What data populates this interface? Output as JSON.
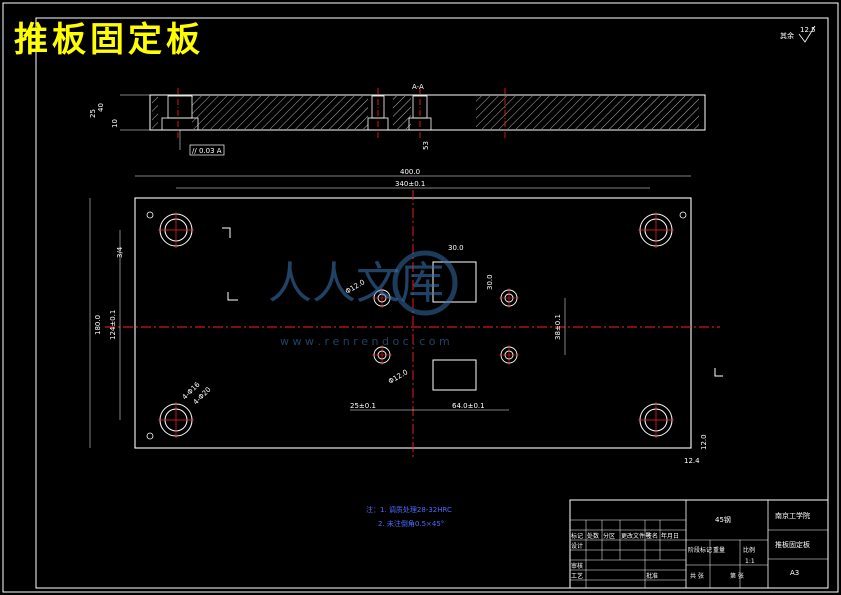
{
  "title": "推板固定板",
  "roughness_note": "其余",
  "roughness_value": "12.5",
  "section": {
    "label": "A-A",
    "dims": {
      "left_a": "25",
      "left_b": "40",
      "left_c": "10",
      "bottom": "53"
    },
    "tolerance": "// 0.03 A"
  },
  "plan": {
    "overall_width": "400.0",
    "hole_span": "340±0.1",
    "overall_height": "180.0",
    "vert_hole_span": "124±0.1",
    "square_w": "30.0",
    "square_h": "30.0",
    "right_vert": "38±0.1",
    "left_pitch": "25±0.1",
    "center_pitch": "64.0±0.1",
    "small_hole_a": "Φ12.0",
    "small_hole_b": "Φ12.0",
    "corner_hole_a": "4-Φ16",
    "corner_hole_b": "4-Φ20",
    "edge_label": "3/4",
    "right_small": "12.0",
    "bottom_right": "12.4"
  },
  "notes": {
    "line1": "注：1. 调质处理28-32HRC",
    "line2": "2. 未注倒角0.5×45°"
  },
  "title_block": {
    "school": "南京工学院",
    "drawing_name": "推板固定板",
    "material": "45钢",
    "scale_label": "比例",
    "scale_value": "1:1",
    "sheet": "A3",
    "row_labels": [
      "标记",
      "处数",
      "分区",
      "更改文件号",
      "签名",
      "年月日"
    ],
    "designer": "设计",
    "checker": "审核",
    "process": "工艺",
    "approve": "批准",
    "stage_label": "阶段标记",
    "weight_label": "重量",
    "sheets_total": "共 张",
    "sheets_of": "第 张"
  },
  "watermark": {
    "text": "人人文库",
    "url": "w w w . r e n r e n d o c . c o m"
  }
}
